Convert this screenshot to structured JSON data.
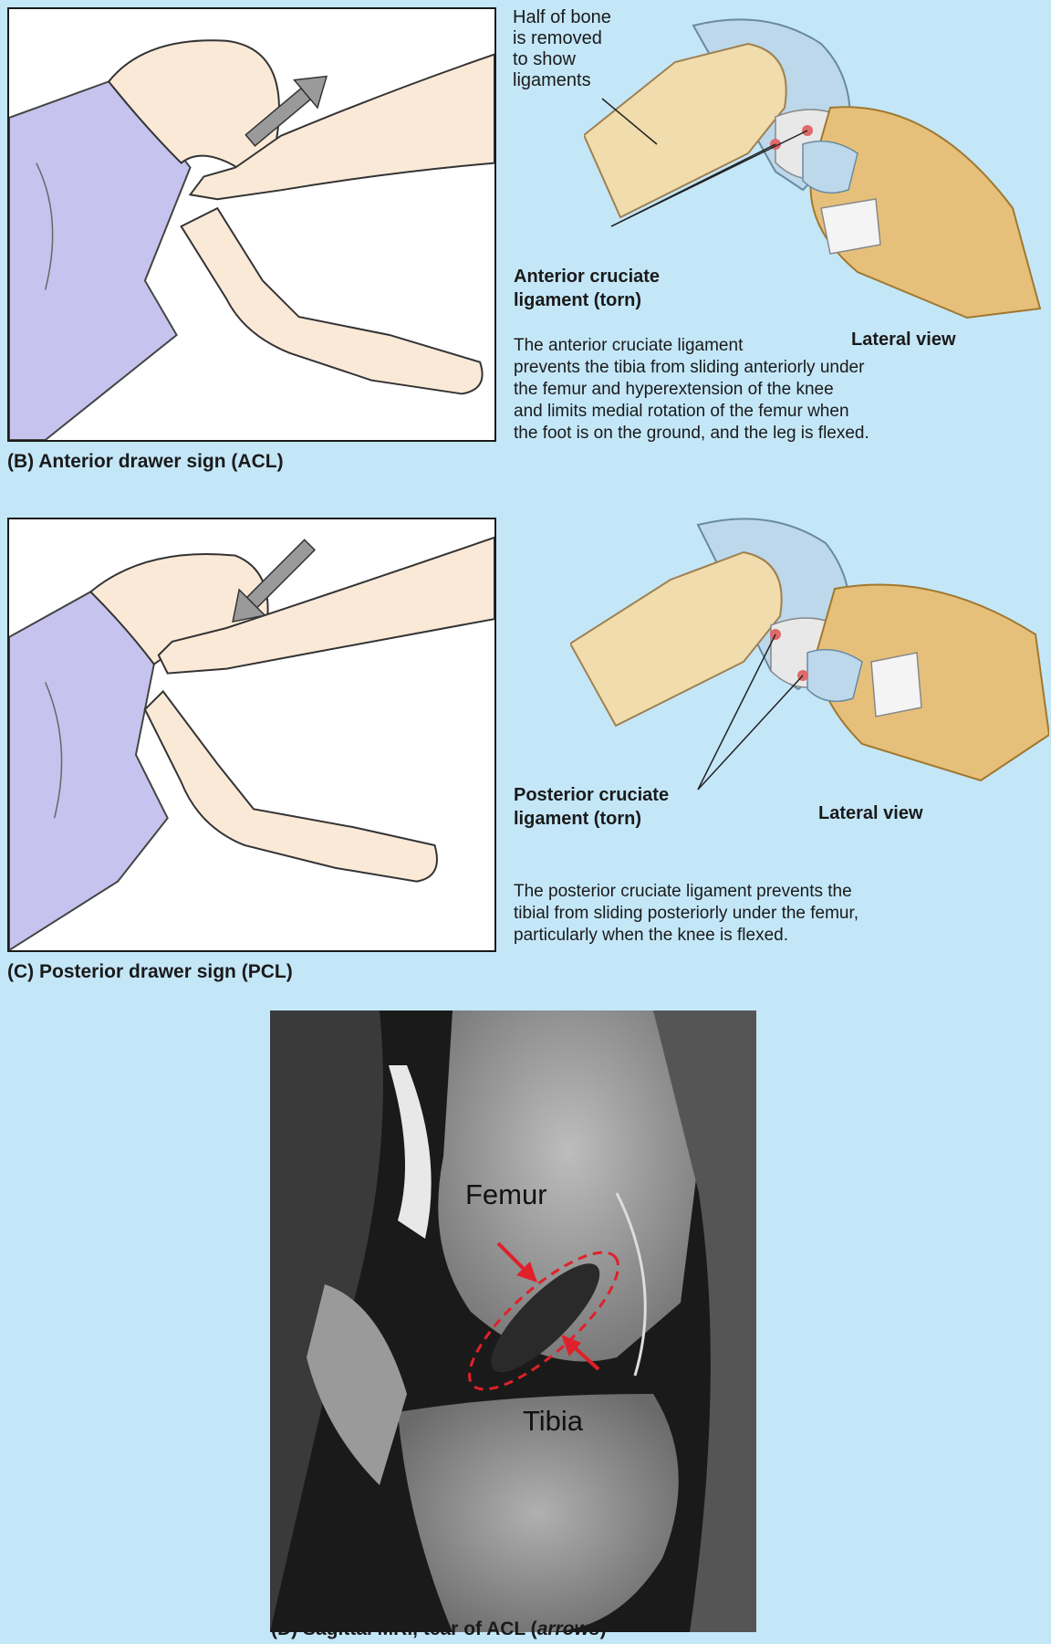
{
  "panel_b": {
    "caption": "(B) Anterior drawer sign (ACL)",
    "cut_note": "Half of bone\nis removed\nto show\nligaments",
    "ligament_label_line1": "Anterior cruciate",
    "ligament_label_line2": "ligament (torn)",
    "view_label": "Lateral view",
    "description": "The anterior cruciate ligament\nprevents the tibia from sliding anteriorly under\nthe femur and hyperextension of the knee\nand limits medial rotation of the femur when\nthe foot is on the ground, and the leg is flexed."
  },
  "panel_c": {
    "caption": "(C) Posterior drawer sign (PCL)",
    "ligament_label_line1": "Posterior cruciate",
    "ligament_label_line2": "ligament (torn)",
    "view_label": "Lateral view",
    "description": "The posterior cruciate ligament prevents the\ntibial from sliding posteriorly under the femur,\nparticularly when the knee is flexed."
  },
  "panel_d": {
    "caption_main": "(D) Sagittal MRI, tear of ACL (",
    "caption_italic": "arrows",
    "caption_end": ")",
    "femur_label": "Femur",
    "tibia_label": "Tibia"
  },
  "colors": {
    "background": "#c4e7f8",
    "skin": "#fbe9d8",
    "shorts": "#c6c4ee",
    "bone": "#f0dcac",
    "cartilage": "#bcd8ea",
    "marker": "#e0202a"
  }
}
